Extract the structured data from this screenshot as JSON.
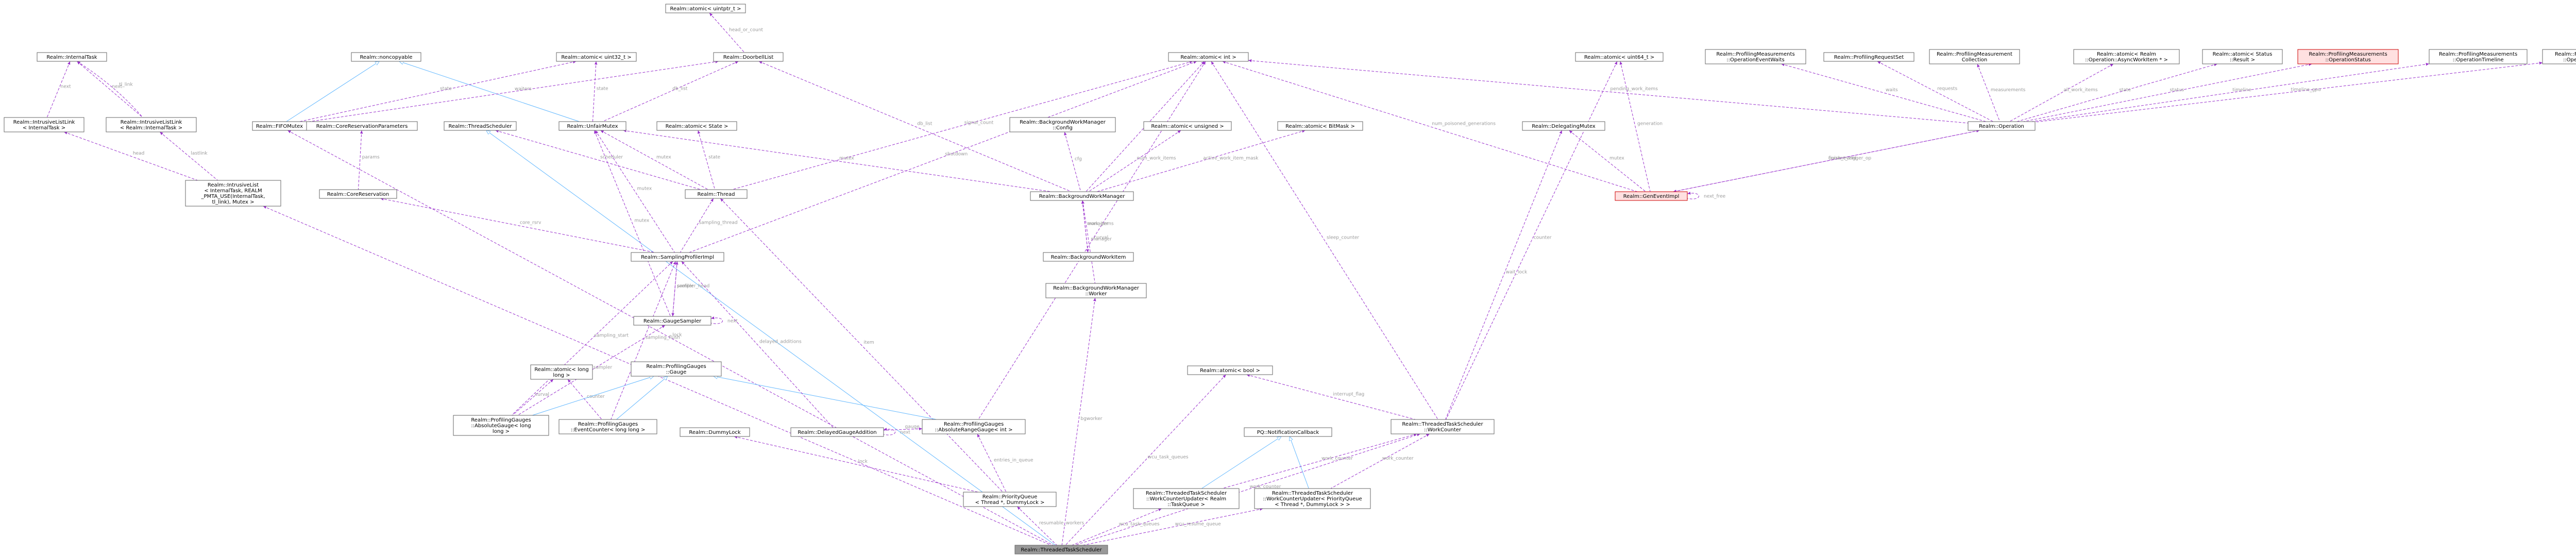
{
  "nodes": [
    {
      "id": "uintptr",
      "lines": [
        "Realm::atomic< uintptr_t >"
      ]
    },
    {
      "id": "internaltask",
      "lines": [
        "Realm::InternalTask"
      ]
    },
    {
      "id": "noncopyable",
      "lines": [
        "Realm::noncopyable"
      ]
    },
    {
      "id": "atomic_u32",
      "lines": [
        "Realm::atomic< uint32_t >"
      ]
    },
    {
      "id": "doorbelllist",
      "lines": [
        "Realm::DoorbellList"
      ]
    },
    {
      "id": "atomic_int",
      "lines": [
        "Realm::atomic< int >"
      ]
    },
    {
      "id": "atomic_u64",
      "lines": [
        "Realm::atomic< uint64_t >"
      ]
    },
    {
      "id": "pm_opeventwaits",
      "lines": [
        "Realm::ProfilingMeasurements",
        "::OperationEventWaits"
      ]
    },
    {
      "id": "profreqset",
      "lines": [
        "Realm::ProfilingRequestSet"
      ]
    },
    {
      "id": "pm_collection",
      "lines": [
        "Realm::ProfilingMeasurement",
        "Collection"
      ]
    },
    {
      "id": "atomic_asyncwork",
      "lines": [
        "Realm::atomic< Realm",
        "::Operation::AsyncWorkItem * >"
      ]
    },
    {
      "id": "atomic_status",
      "lines": [
        "Realm::atomic< Status",
        "::Result >"
      ]
    },
    {
      "id": "pm_opstatus",
      "lines": [
        "Realm::ProfilingMeasurements",
        "::OperationStatus"
      ],
      "highlight": true
    },
    {
      "id": "pm_timeline",
      "lines": [
        "Realm::ProfilingMeasurements",
        "::OperationTimeline"
      ]
    },
    {
      "id": "pm_timelinegpu",
      "lines": [
        "Realm::ProfilingMeasurements",
        "::OperationTimelineGPU"
      ]
    },
    {
      "id": "ilink_a",
      "lines": [
        "Realm::IntrusiveListLink",
        "< InternalTask >"
      ]
    },
    {
      "id": "ilink_b",
      "lines": [
        "Realm::IntrusiveListLink",
        "< Realm::InternalTask >"
      ]
    },
    {
      "id": "fifomutex",
      "lines": [
        "Realm::FIFOMutex"
      ]
    },
    {
      "id": "corereservparams",
      "lines": [
        "Realm::CoreReservationParameters"
      ]
    },
    {
      "id": "threadscheduler",
      "lines": [
        "Realm::ThreadScheduler"
      ]
    },
    {
      "id": "unfairmutex",
      "lines": [
        "Realm::UnfairMutex"
      ]
    },
    {
      "id": "atomic_state",
      "lines": [
        "Realm::atomic< State >"
      ]
    },
    {
      "id": "bgwm_config",
      "lines": [
        "Realm::BackgroundWorkManager",
        "::Config"
      ]
    },
    {
      "id": "atomic_unsigned",
      "lines": [
        "Realm::atomic< unsigned >"
      ]
    },
    {
      "id": "atomic_bitmask",
      "lines": [
        "Realm::atomic< BitMask >"
      ]
    },
    {
      "id": "delegatingmutex",
      "lines": [
        "Realm::DelegatingMutex"
      ]
    },
    {
      "id": "operation",
      "lines": [
        "Realm::Operation"
      ]
    },
    {
      "id": "intrusivelist",
      "lines": [
        "Realm::IntrusiveList",
        "< InternalTask, REALM",
        "_PMTA_USE(InternalTask,",
        "tl_link), Mutex >"
      ]
    },
    {
      "id": "corereservation",
      "lines": [
        "Realm::CoreReservation"
      ]
    },
    {
      "id": "thread",
      "lines": [
        "Realm::Thread"
      ]
    },
    {
      "id": "bgwm",
      "lines": [
        "Realm::BackgroundWorkManager"
      ]
    },
    {
      "id": "geneventimpl",
      "lines": [
        "Realm::GenEventImpl"
      ],
      "highlight": true
    },
    {
      "id": "samplingprofimpl",
      "lines": [
        "Realm::SamplingProfilerImpl"
      ]
    },
    {
      "id": "bgworkitem",
      "lines": [
        "Realm::BackgroundWorkItem"
      ]
    },
    {
      "id": "gaugesampler",
      "lines": [
        "Realm::GaugeSampler"
      ]
    },
    {
      "id": "bgwm_worker",
      "lines": [
        "Realm::BackgroundWorkManager",
        "::Worker"
      ]
    },
    {
      "id": "atomic_long",
      "lines": [
        "Realm::atomic< long",
        "long >"
      ]
    },
    {
      "id": "pg_gauge",
      "lines": [
        "Realm::ProfilingGauges",
        "::Gauge"
      ]
    },
    {
      "id": "atomic_bool",
      "lines": [
        "Realm::atomic< bool >"
      ]
    },
    {
      "id": "pg_absgauge",
      "lines": [
        "Realm::ProfilingGauges",
        "::AbsoluteGauge< long",
        "long >"
      ]
    },
    {
      "id": "pg_eventcounter",
      "lines": [
        "Realm::ProfilingGauges",
        "::EventCounter< long long >"
      ]
    },
    {
      "id": "pg_absrange",
      "lines": [
        "Realm::ProfilingGauges",
        "::AbsoluteRangeGauge< int >"
      ]
    },
    {
      "id": "dummylock",
      "lines": [
        "Realm::DummyLock"
      ]
    },
    {
      "id": "delayedgaugeadd",
      "lines": [
        "Realm::DelayedGaugeAddition"
      ]
    },
    {
      "id": "qnotifcb",
      "lines": [
        "PQ::NotificationCallback"
      ]
    },
    {
      "id": "tts_workcounter",
      "lines": [
        "Realm::ThreadedTaskScheduler",
        "::WorkCounter"
      ]
    },
    {
      "id": "priorityqueue",
      "lines": [
        "Realm::PriorityQueue",
        "< Thread *, DummyLock >"
      ]
    },
    {
      "id": "wcu_taskqueue",
      "lines": [
        "Realm::ThreadedTaskScheduler",
        "::WorkCounterUpdater< Realm",
        "::TaskQueue >"
      ]
    },
    {
      "id": "wcu_pq",
      "lines": [
        "Realm::ThreadedTaskScheduler",
        "::WorkCounterUpdater< PriorityQueue",
        "< Thread *, DummyLock > >"
      ]
    },
    {
      "id": "threadedtasksched",
      "lines": [
        "Realm::ThreadedTaskScheduler"
      ],
      "focus": true
    }
  ],
  "edges": [
    {
      "from": "uintptr",
      "to": "doorbelllist",
      "kind": "use",
      "label": "head_or_count"
    },
    {
      "from": "internaltask",
      "to": "ilink_a",
      "kind": "use",
      "label": "next"
    },
    {
      "from": "internaltask",
      "to": "ilink_b",
      "kind": "use",
      "label": "next"
    },
    {
      "from": "internaltask",
      "to": "ilink_b",
      "kind": "use",
      "label": "tl_link"
    },
    {
      "from": "noncopyable",
      "to": "fifomutex",
      "kind": "inh",
      "label": ""
    },
    {
      "from": "noncopyable",
      "to": "unfairmutex",
      "kind": "inh",
      "label": ""
    },
    {
      "from": "atomic_u32",
      "to": "fifomutex",
      "kind": "use",
      "label": "state"
    },
    {
      "from": "atomic_u32",
      "to": "unfairmutex",
      "kind": "use",
      "label": "state"
    },
    {
      "from": "doorbelllist",
      "to": "fifomutex",
      "kind": "use",
      "label": "waiters"
    },
    {
      "from": "doorbelllist",
      "to": "unfairmutex",
      "kind": "use",
      "label": "db_list"
    },
    {
      "from": "doorbelllist",
      "to": "bgwm",
      "kind": "use",
      "label": "db_list"
    },
    {
      "from": "atomic_int",
      "to": "geneventimpl",
      "kind": "use",
      "label": "num_poisoned_generations"
    },
    {
      "from": "atomic_int",
      "to": "operation",
      "kind": "use",
      "label": "pending_work_items"
    },
    {
      "from": "atomic_int",
      "to": "bgwm",
      "kind": "use",
      "label": "worker_state"
    },
    {
      "from": "atomic_int",
      "to": "tts_workcounter",
      "kind": "use",
      "label": "sleep_counter"
    },
    {
      "from": "atomic_int",
      "to": "pg_absrange",
      "kind": "use",
      "label": "curval"
    },
    {
      "from": "atomic_int",
      "to": "samplingprofimpl",
      "kind": "use",
      "label": "shutdown"
    },
    {
      "from": "atomic_int",
      "to": "thread",
      "kind": "use",
      "label": "signal_count"
    },
    {
      "from": "atomic_u64",
      "to": "tts_workcounter",
      "kind": "use",
      "label": "counter"
    },
    {
      "from": "atomic_u64",
      "to": "geneventimpl",
      "kind": "use",
      "label": "generation"
    },
    {
      "from": "pm_opeventwaits",
      "to": "operation",
      "kind": "use",
      "label": "waits"
    },
    {
      "from": "profreqset",
      "to": "operation",
      "kind": "use",
      "label": "requests"
    },
    {
      "from": "pm_collection",
      "to": "operation",
      "kind": "use",
      "label": "measurements"
    },
    {
      "from": "atomic_asyncwork",
      "to": "operation",
      "kind": "use",
      "label": "all_work_items"
    },
    {
      "from": "atomic_status",
      "to": "operation",
      "kind": "use",
      "label": "state"
    },
    {
      "from": "pm_opstatus",
      "to": "operation",
      "kind": "use",
      "label": "status"
    },
    {
      "from": "pm_timeline",
      "to": "operation",
      "kind": "use",
      "label": "timeline"
    },
    {
      "from": "pm_timelinegpu",
      "to": "operation",
      "kind": "use",
      "label": "timeline_gpu"
    },
    {
      "from": "ilink_a",
      "to": "intrusivelist",
      "kind": "use",
      "label": "head"
    },
    {
      "from": "ilink_b",
      "to": "intrusivelist",
      "kind": "use",
      "label": "lastlink"
    },
    {
      "from": "fifomutex",
      "to": "threadedtasksched",
      "kind": "use",
      "label": "lock"
    },
    {
      "from": "corereservparams",
      "to": "corereservation",
      "kind": "use",
      "label": "params"
    },
    {
      "from": "threadscheduler",
      "to": "threadedtasksched",
      "kind": "inh",
      "label": ""
    },
    {
      "from": "threadscheduler",
      "to": "thread",
      "kind": "use",
      "label": "scheduler"
    },
    {
      "from": "unfairmutex",
      "to": "bgwm",
      "kind": "use",
      "label": "mutex"
    },
    {
      "from": "unfairmutex",
      "to": "thread",
      "kind": "use",
      "label": "mutex"
    },
    {
      "from": "unfairmutex",
      "to": "samplingprofimpl",
      "kind": "use",
      "label": "mutex"
    },
    {
      "from": "unfairmutex",
      "to": "gaugesampler",
      "kind": "use",
      "label": "mutex"
    },
    {
      "from": "atomic_state",
      "to": "thread",
      "kind": "use",
      "label": "state"
    },
    {
      "from": "bgwm_config",
      "to": "bgwm",
      "kind": "use",
      "label": "cfg"
    },
    {
      "from": "atomic_unsigned",
      "to": "bgwm",
      "kind": "use",
      "label": "num_work_items"
    },
    {
      "from": "atomic_bitmask",
      "to": "bgwm",
      "kind": "use",
      "label": "active_work_item_mask"
    },
    {
      "from": "delegatingmutex",
      "to": "geneventimpl",
      "kind": "use",
      "label": "mutex"
    },
    {
      "from": "delegatingmutex",
      "to": "tts_workcounter",
      "kind": "use",
      "label": "wait_lock"
    },
    {
      "from": "operation",
      "to": "geneventimpl",
      "kind": "use",
      "label": "current_trigger_op"
    },
    {
      "from": "geneventimpl",
      "to": "operation",
      "kind": "use",
      "label": "finish_event"
    },
    {
      "from": "geneventimpl",
      "to": "geneventimpl",
      "kind": "use",
      "label": "next_free"
    },
    {
      "from": "intrusivelist",
      "to": "threadedtasksched",
      "kind": "use",
      "label": "internal_tasks"
    },
    {
      "from": "corereservation",
      "to": "samplingprofimpl",
      "kind": "use",
      "label": "core_rsrv"
    },
    {
      "from": "thread",
      "to": "samplingprofimpl",
      "kind": "use",
      "label": "sampling_thread"
    },
    {
      "from": "thread",
      "to": "priorityqueue",
      "kind": "use",
      "label": "item"
    },
    {
      "from": "bgwm",
      "to": "bgworkitem",
      "kind": "use",
      "label": "manager"
    },
    {
      "from": "bgwm",
      "to": "bgwm_worker",
      "kind": "use",
      "label": "manager"
    },
    {
      "from": "bgworkitem",
      "to": "bgwm",
      "kind": "use",
      "label": "work_items"
    },
    {
      "from": "samplingprofimpl",
      "to": "gaugesampler",
      "kind": "use",
      "label": "profiler"
    },
    {
      "from": "gaugesampler",
      "to": "gaugesampler",
      "kind": "use",
      "label": "next"
    },
    {
      "from": "gaugesampler",
      "to": "samplingprofimpl",
      "kind": "use",
      "label": "sampler_head"
    },
    {
      "from": "gaugesampler",
      "to": "pg_absgauge",
      "kind": "use",
      "label": "sampler"
    },
    {
      "from": "bgwm_worker",
      "to": "threadedtasksched",
      "kind": "use",
      "label": "bgworker"
    },
    {
      "from": "atomic_long",
      "to": "pg_absgauge",
      "kind": "use",
      "label": "curval"
    },
    {
      "from": "atomic_long",
      "to": "pg_eventcounter",
      "kind": "use",
      "label": "counter"
    },
    {
      "from": "pg_gauge",
      "to": "pg_absgauge",
      "kind": "inh",
      "label": ""
    },
    {
      "from": "pg_gauge",
      "to": "pg_eventcounter",
      "kind": "inh",
      "label": ""
    },
    {
      "from": "pg_gauge",
      "to": "pg_absrange",
      "kind": "inh",
      "label": ""
    },
    {
      "from": "samplingprofimpl",
      "to": "pg_absgauge",
      "kind": "use",
      "label": "sampling_start"
    },
    {
      "from": "samplingprofimpl",
      "to": "pg_eventcounter",
      "kind": "use",
      "label": "sampling_flush"
    },
    {
      "from": "samplingprofimpl",
      "to": "delayedgaugeadd",
      "kind": "use",
      "label": "delayed_additions"
    },
    {
      "from": "pg_absrange",
      "to": "delayedgaugeadd",
      "kind": "use",
      "label": "gauge"
    },
    {
      "from": "delayedgaugeadd",
      "to": "delayedgaugeadd",
      "kind": "use",
      "label": "next"
    },
    {
      "from": "dummylock",
      "to": "priorityqueue",
      "kind": "use",
      "label": "lock"
    },
    {
      "from": "atomic_bool",
      "to": "tts_workcounter",
      "kind": "use",
      "label": "interrupt_flag"
    },
    {
      "from": "atomic_bool",
      "to": "threadedtasksched",
      "kind": "use",
      "label": "wcu_task_queues"
    },
    {
      "from": "qnotifcb",
      "to": "wcu_taskqueue",
      "kind": "inh",
      "label": ""
    },
    {
      "from": "qnotifcb",
      "to": "wcu_pq",
      "kind": "inh",
      "label": ""
    },
    {
      "from": "tts_workcounter",
      "to": "wcu_taskqueue",
      "kind": "use",
      "label": "work_counter"
    },
    {
      "from": "tts_workcounter",
      "to": "wcu_pq",
      "kind": "use",
      "label": "work_counter"
    },
    {
      "from": "tts_workcounter",
      "to": "threadedtasksched",
      "kind": "use",
      "label": "work_counter"
    },
    {
      "from": "pg_absrange",
      "to": "priorityqueue",
      "kind": "use",
      "label": "entries_in_queue"
    },
    {
      "from": "priorityqueue",
      "to": "threadedtasksched",
      "kind": "use",
      "label": "resumable_workers"
    },
    {
      "from": "wcu_taskqueue",
      "to": "threadedtasksched",
      "kind": "use",
      "label": "wcu_task_queues"
    },
    {
      "from": "wcu_pq",
      "to": "threadedtasksched",
      "kind": "use",
      "label": "wcu_resume_queue"
    }
  ]
}
